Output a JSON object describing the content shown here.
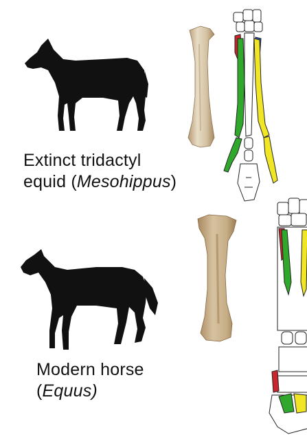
{
  "species": [
    {
      "caption_line1": "Extinct tridactyl",
      "caption_line2_prefix": "equid (",
      "caption_genus": "Mesohippus",
      "caption_line2_suffix": ")"
    },
    {
      "caption_line1": "Modern horse",
      "caption_line2_prefix": "(",
      "caption_genus": "Equus)",
      "caption_line2_suffix": ""
    }
  ],
  "colors": {
    "silhouette": "#111111",
    "bone_photo_light": "#e2d5bd",
    "bone_photo_dark": "#b79a73",
    "digit_green": "#2fa82b",
    "digit_yellow": "#f0e626",
    "digit_red": "#c8262c",
    "digit_blue": "#2450b8",
    "outline": "#222222"
  }
}
